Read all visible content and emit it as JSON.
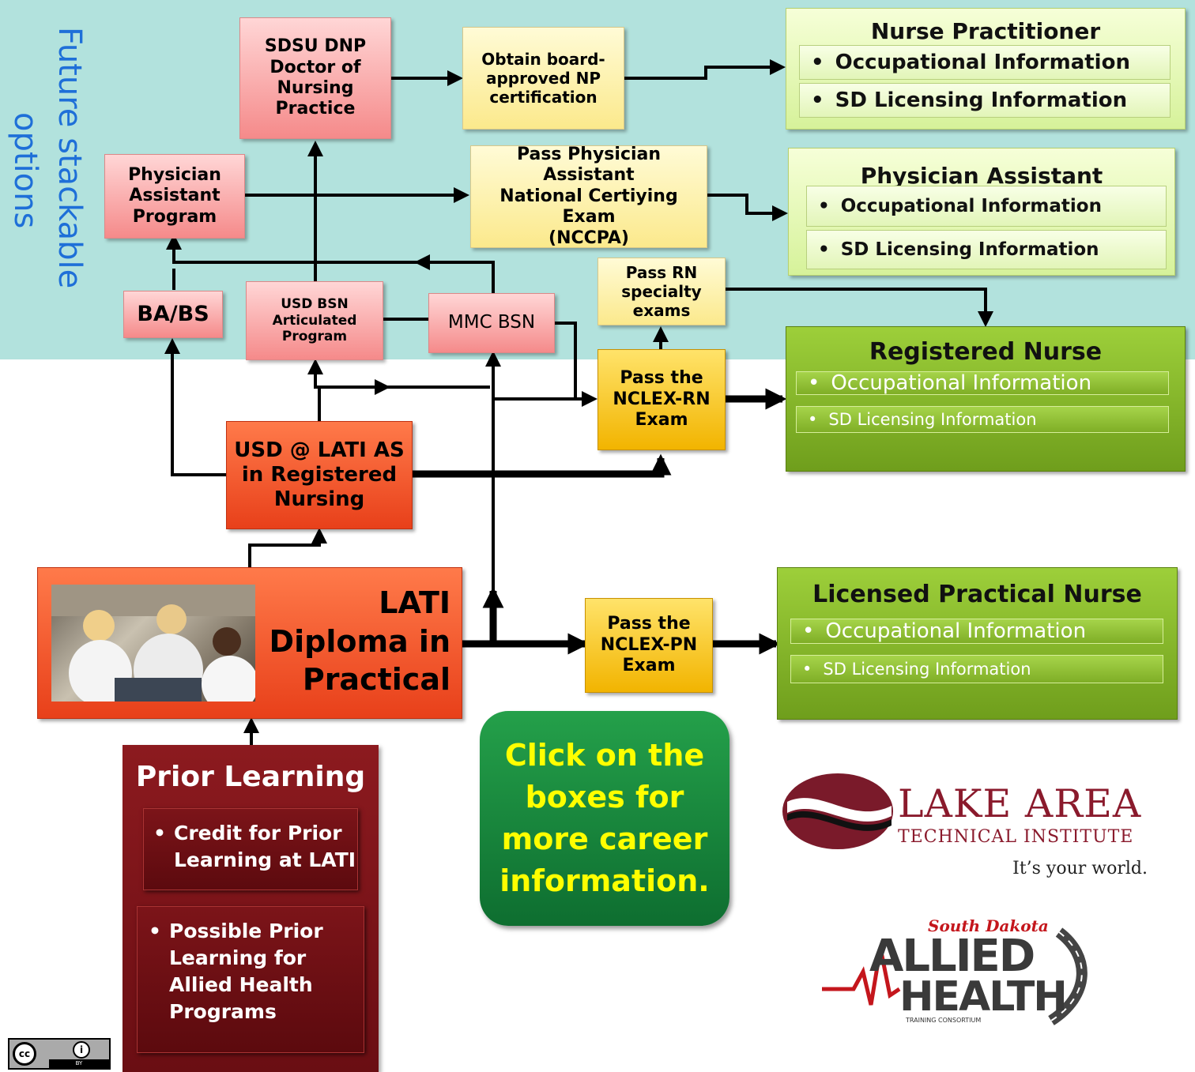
{
  "band_label": "Future stackable options",
  "sdsu_dnp": [
    "SDSU DNP",
    "Doctor of",
    "Nursing",
    "Practice"
  ],
  "np_cert": [
    "Obtain board-",
    "approved NP",
    "certification"
  ],
  "pa_program": [
    "Physician",
    "Assistant",
    "Program"
  ],
  "pa_exam": [
    "Pass Physician Assistant",
    "National Certiying Exam",
    "(NCCPA)"
  ],
  "ba_bs": "BA/BS",
  "usd_bsn": [
    "USD BSN",
    "Articulated",
    "Program"
  ],
  "mmc_bsn": "MMC BSN",
  "rn_specialty": [
    "Pass RN",
    "specialty exams"
  ],
  "nclex_rn": [
    "Pass the",
    "NCLEX-RN",
    "Exam"
  ],
  "usd_as": [
    "USD @ LATI AS",
    "in Registered",
    "Nursing"
  ],
  "lati_diploma": [
    "LATI",
    "Diploma in",
    "Practical"
  ],
  "nclex_pn": [
    "Pass the",
    "NCLEX-PN",
    "Exam"
  ],
  "careers": {
    "np": {
      "title": "Nurse Practitioner",
      "occupational": "Occupational Information",
      "licensing": "SD Licensing Information"
    },
    "pa": {
      "title": "Physician Assistant",
      "occupational": "Occupational Information",
      "licensing": "SD Licensing Information"
    },
    "rn": {
      "title": "Registered Nurse",
      "occupational": "Occupational Information",
      "licensing": "SD Licensing Information"
    },
    "lpn": {
      "title": "Licensed Practical Nurse",
      "occupational": "Occupational Information",
      "licensing": "SD Licensing Information"
    }
  },
  "prior_learning": {
    "title": "Prior Learning",
    "credit": [
      "Credit for Prior",
      "Learning at LATI"
    ],
    "possible": [
      "Possible Prior",
      "Learning for",
      "Allied Health",
      "Programs"
    ]
  },
  "click_note": [
    "Click on the",
    "boxes for",
    "more career",
    "information."
  ],
  "lake_area": {
    "line1": "LAKE AREA",
    "line2": "TECHNICAL INSTITUTE",
    "tagline": "It’s your world."
  },
  "allied": {
    "script": "South Dakota",
    "line1": "ALLIED",
    "line2": "HEALTH",
    "sub": "TRAINING CONSORTIUM"
  },
  "cc": {
    "label": "BY"
  },
  "colors": {
    "band": "#b2e2dd",
    "band_text": "#1e6fd8",
    "maroon": "#7a1218",
    "click_green": "#1e8a3e",
    "click_text": "#ffff00"
  }
}
